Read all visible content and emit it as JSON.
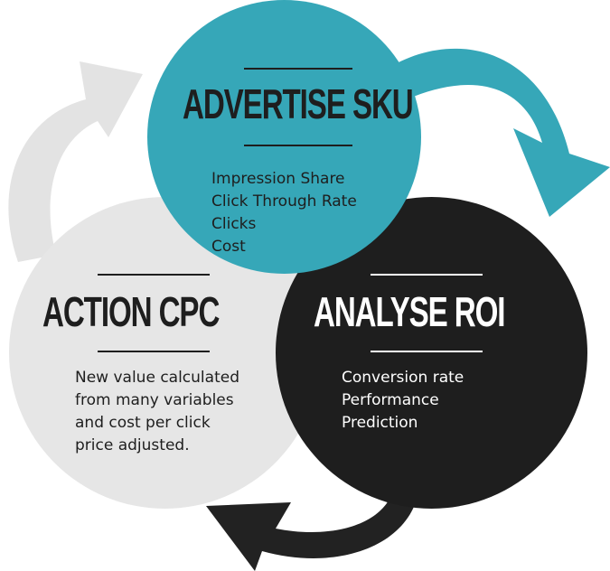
{
  "colors": {
    "teal": "#36a7b8",
    "black": "#1e1e1e",
    "light_gray": "#e6e6e6",
    "arrow_gray": "#e3e3e3"
  },
  "stages": [
    {
      "title": "ADVERTISE SKU",
      "lines": [
        "Impression Share",
        "Click Through Rate",
        "Clicks",
        "Cost"
      ]
    },
    {
      "title": "ANALYSE ROI",
      "lines": [
        "Conversion rate",
        "Performance",
        "Prediction"
      ]
    },
    {
      "title": "ACTION CPC",
      "lines": [
        "New value calculated",
        "from many variables",
        "and cost per click",
        "price adjusted."
      ]
    }
  ]
}
